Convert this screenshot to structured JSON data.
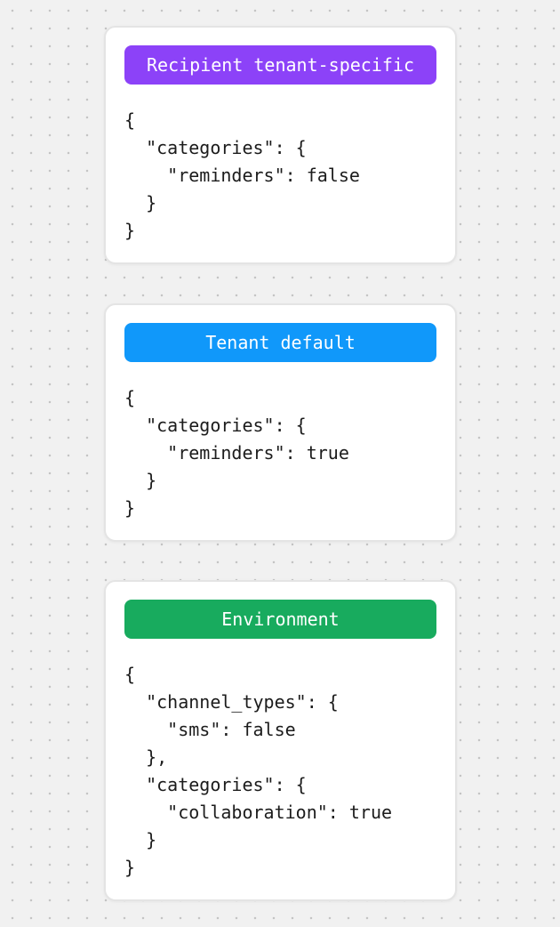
{
  "canvas": {
    "background_color": "#f1f1f1",
    "dot_color": "#c4c4c4"
  },
  "cards": [
    {
      "badge": {
        "label": "Recipient tenant-specific",
        "color": "#8c42f8"
      },
      "code": "{\n  \"categories\": {\n    \"reminders\": false\n  }\n}"
    },
    {
      "badge": {
        "label": "Tenant default",
        "color": "#1098fa"
      },
      "code": "{\n  \"categories\": {\n    \"reminders\": true\n  }\n}"
    },
    {
      "badge": {
        "label": "Environment",
        "color": "#18ab5e"
      },
      "code": "{\n  \"channel_types\": {\n    \"sms\": false\n  },\n  \"categories\": {\n    \"collaboration\": true\n  }\n}"
    }
  ]
}
